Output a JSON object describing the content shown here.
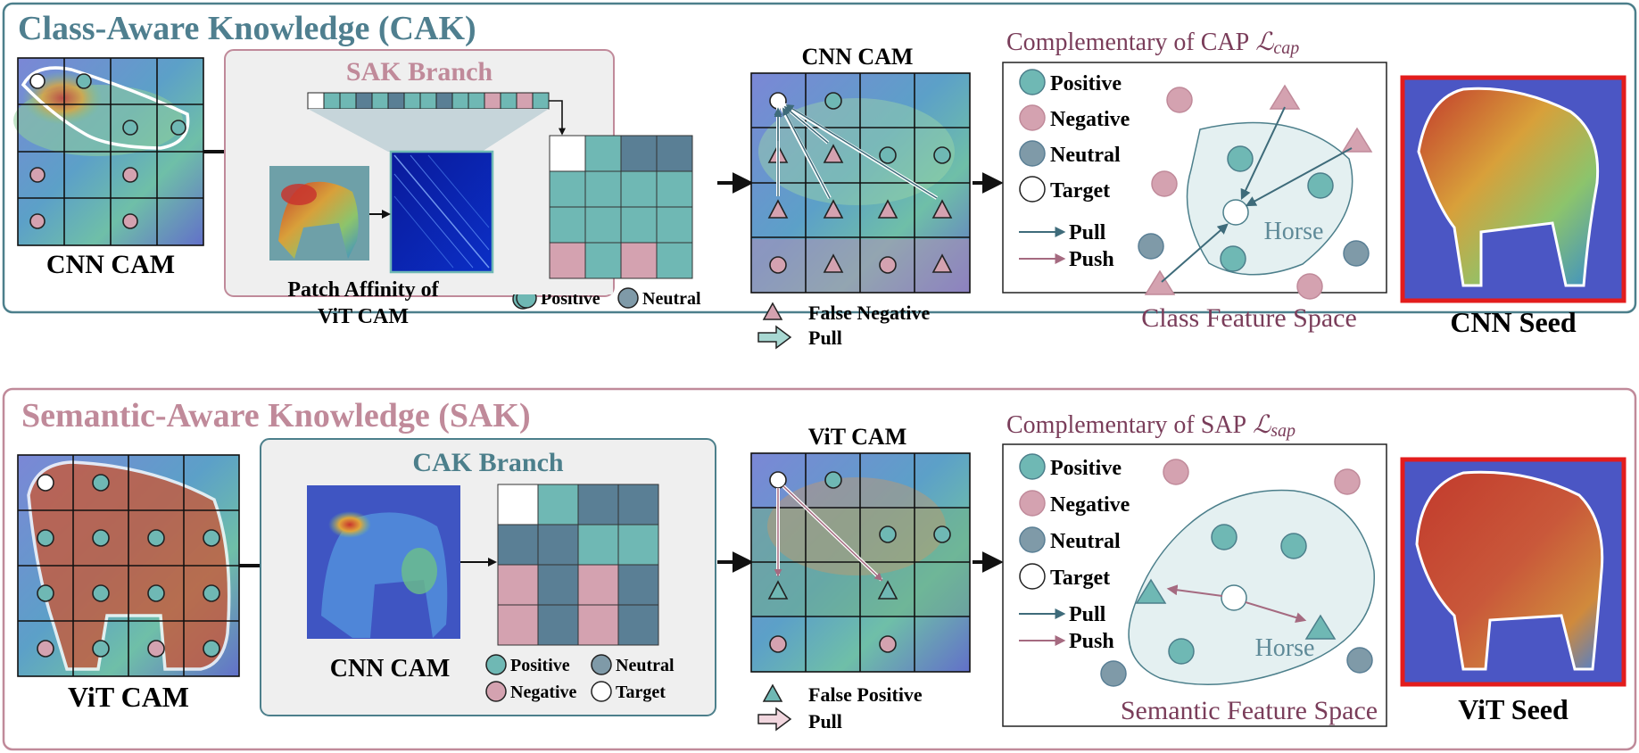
{
  "colors": {
    "teal": "#4a8a98",
    "teal_light": "#6fb8b4",
    "mauve": "#c58e9f",
    "mauve_light": "#d4a2b0",
    "slate": "#7f9aa8",
    "panel_border_top": "#4c7f8b",
    "panel_border_bottom": "#c08a9a",
    "branch_fill": "#efefef",
    "feature_blob": "#e4f0f1",
    "red_frame": "#e31c1c"
  },
  "top": {
    "title": "Class-Aware Knowledge (CAK)",
    "left_cam_label": "CNN CAM",
    "branch_title": "SAK Branch",
    "patch_affinity_label_1": "Patch Affinity of",
    "patch_affinity_label_2": "ViT CAM",
    "mid_cam_title": "CNN CAM",
    "false_label": "False Negative",
    "pull_label": "Pull",
    "comp_title": "Complementary of CAP",
    "comp_sub": "cap",
    "space_label": "Class Feature Space",
    "horse_label": "Horse",
    "seed_label": "CNN Seed"
  },
  "bottom": {
    "title": "Semantic-Aware Knowledge (SAK)",
    "left_cam_label": "ViT CAM",
    "branch_title": "CAK Branch",
    "branch_cam_label": "CNN CAM",
    "mid_cam_title": "ViT CAM",
    "false_label": "False Positive",
    "pull_label": "Pull",
    "comp_title": "Complementary of SAP",
    "comp_sub": "sap",
    "space_label": "Semantic Feature Space",
    "horse_label": "Horse",
    "seed_label": "ViT Seed"
  },
  "legend": {
    "positive": "Positive",
    "negative": "Negative",
    "neutral": "Neutral",
    "target": "Target",
    "pull": "Pull",
    "push": "Push"
  },
  "icons": {
    "cam_heatmap": "heatmap-image",
    "attention_matrix": "affinity-matrix-image",
    "triangle": "triangle-marker-icon",
    "circle": "circle-marker-icon"
  }
}
